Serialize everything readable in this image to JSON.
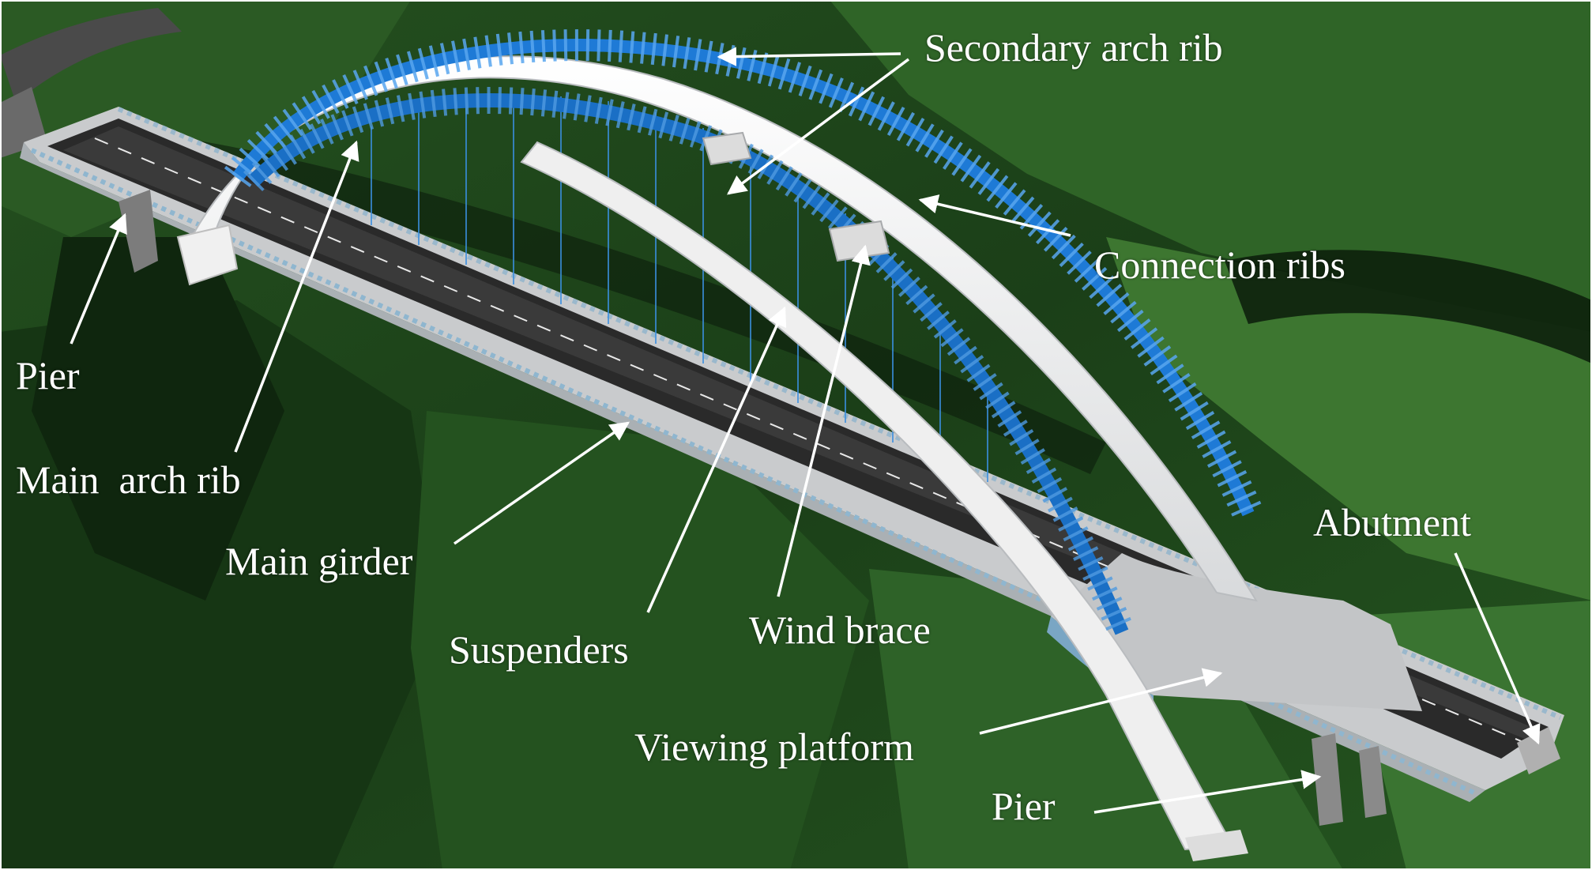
{
  "figure": {
    "labels": {
      "secondary_arch_rib": "Secondary arch rib",
      "connection_ribs": "Connection ribs",
      "pier_left": "Pier",
      "main_arch_rib": "Main  arch rib",
      "main_girder": "Main girder",
      "suspenders": "Suspenders",
      "wind_brace": "Wind brace",
      "abutment": "Abutment",
      "viewing_platform": "Viewing platform",
      "pier_right": "Pier"
    },
    "colors": {
      "terrain": "#1f4a1a",
      "terrain_light": "#3f7a2e",
      "shadow": "#0a1a0a",
      "secondary_arch": "#1e7ad6",
      "main_arch": "#f2f2f2",
      "girder": "#d4d6d8",
      "roadway": "#2a2a2a",
      "suspender": "#3a8fe0",
      "label_text": "#ffffff",
      "arrow": "#ffffff"
    }
  }
}
